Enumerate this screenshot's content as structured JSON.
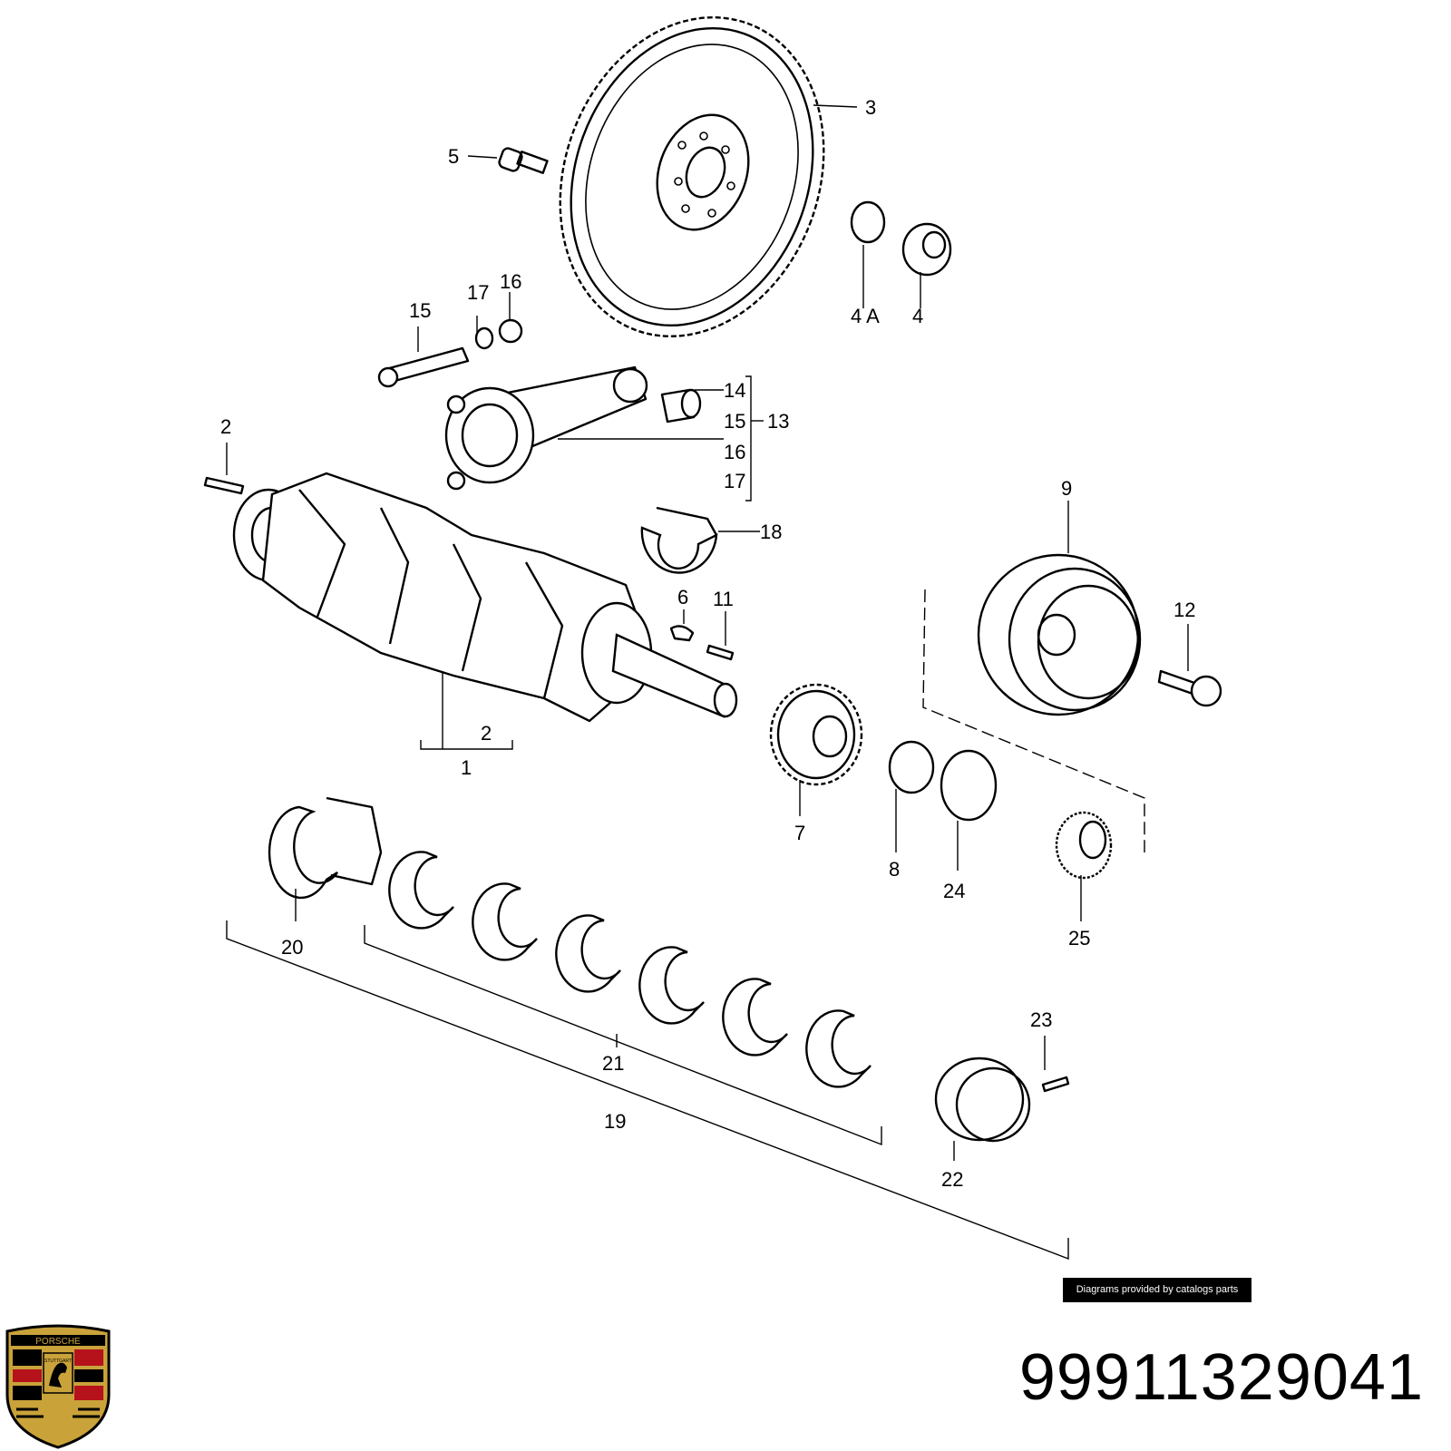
{
  "callouts": {
    "c1": "1",
    "c2a": "2",
    "c2b": "2",
    "c3": "3",
    "c4": "4",
    "c4a": "4 A",
    "c5": "5",
    "c6": "6",
    "c7": "7",
    "c8": "8",
    "c9": "9",
    "c11": "11",
    "c12": "12",
    "c13": "13",
    "c14": "14",
    "c15a": "15",
    "c15b": "15",
    "c16a": "16",
    "c16b": "16",
    "c17a": "17",
    "c17b": "17",
    "c18": "18",
    "c19": "19",
    "c20": "20",
    "c21": "21",
    "c22": "22",
    "c23": "23",
    "c24": "24",
    "c25": "25"
  },
  "credit": "Diagrams provided by catalogs parts",
  "part_number": "99911329041",
  "logo": {
    "text_top": "PORSCHE",
    "text_center": "STUTTGART"
  },
  "colors": {
    "ink": "#000000",
    "background": "#ffffff",
    "logo_red": "#b5121b",
    "logo_gold": "#c9a23a"
  }
}
